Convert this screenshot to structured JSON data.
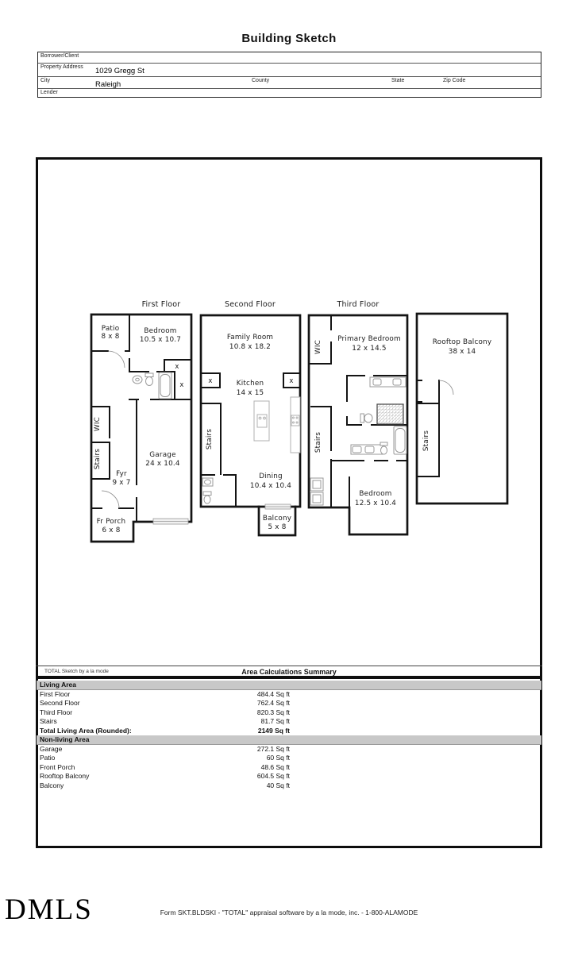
{
  "title": "Building Sketch",
  "form": {
    "borrower_label": "Borrower/Client",
    "property_address_label": "Property Address",
    "property_address_value": "1029 Gregg St",
    "city_label": "City",
    "city_value": "Raleigh",
    "county_label": "County",
    "state_label": "State",
    "zip_label": "Zip Code",
    "lender_label": "Lender"
  },
  "sketch": {
    "closet_mark": "x",
    "floor1": {
      "title": "First Floor",
      "patio": "Patio",
      "patio_dims": "8 x 8",
      "bedroom": "Bedroom",
      "bedroom_dims": "10.5 x 10.7",
      "wic": "WIC",
      "stairs": "Stairs",
      "fyr": "Fyr",
      "fyr_dims": "9 x 7",
      "garage": "Garage",
      "garage_dims": "24 x 10.4",
      "porch": "Fr Porch",
      "porch_dims": "6 x 8"
    },
    "floor2": {
      "title": "Second Floor",
      "family_room": "Family Room",
      "family_room_dims": "10.8 x 18.2",
      "kitchen": "Kitchen",
      "kitchen_dims": "14 x 15",
      "stairs": "Stairs",
      "dining": "Dining",
      "dining_dims": "10.4 x 10.4",
      "balcony": "Balcony",
      "balcony_dims": "5 x 8"
    },
    "floor3": {
      "title": "Third Floor",
      "wic": "WIC",
      "primary_bedroom": "Primary Bedroom",
      "primary_bedroom_dims": "12 x 14.5",
      "stairs": "Stairs",
      "bedroom": "Bedroom",
      "bedroom_dims": "12.5 x 10.4"
    },
    "rooftop": {
      "balcony": "Rooftop Balcony",
      "balcony_dims": "38 x 14",
      "stairs": "Stairs"
    }
  },
  "summary": {
    "brand": "TOTAL Sketch by a la mode",
    "title": "Area Calculations Summary",
    "living_header": "Living Area",
    "living_rows": [
      {
        "name": "First Floor",
        "value": "484.4 Sq ft"
      },
      {
        "name": "Second Floor",
        "value": "762.4 Sq ft"
      },
      {
        "name": "Third Floor",
        "value": "820.3 Sq ft"
      },
      {
        "name": "Stairs",
        "value": "81.7 Sq ft"
      }
    ],
    "total_label": "Total Living Area (Rounded):",
    "total_value": "2149 Sq ft",
    "nonliving_header": "Non-living Area",
    "nonliving_rows": [
      {
        "name": "Garage",
        "value": "272.1 Sq ft"
      },
      {
        "name": "Patio",
        "value": "60 Sq ft"
      },
      {
        "name": "Front Porch",
        "value": "48.6 Sq ft"
      },
      {
        "name": "Rooftop Balcony",
        "value": "604.5 Sq ft"
      },
      {
        "name": "Balcony",
        "value": "40 Sq ft"
      }
    ]
  },
  "footer": {
    "logo": "DMLS",
    "form_text": "Form SKT.BLDSKI - \"TOTAL\" appraisal software by a la mode, inc. - 1-800-ALAMODE"
  }
}
